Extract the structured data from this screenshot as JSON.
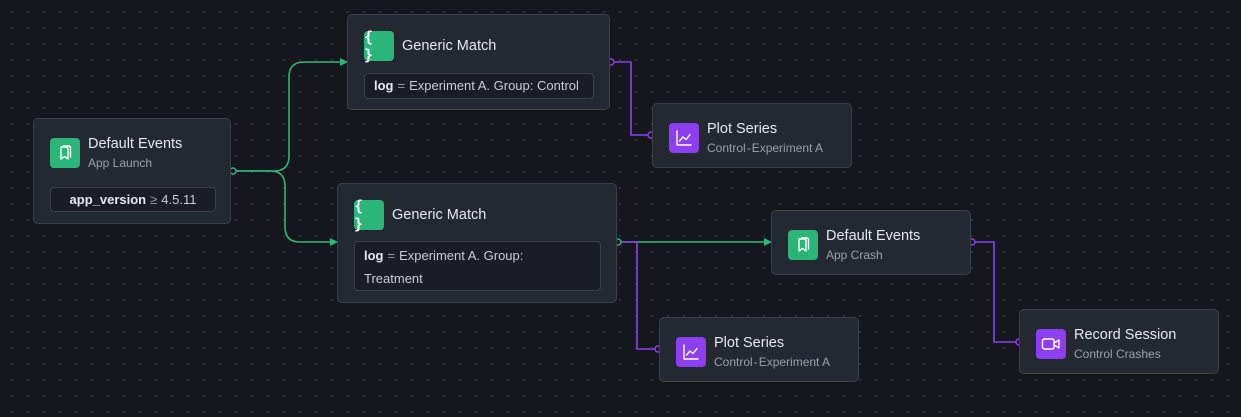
{
  "operators": {
    "equals": "=",
    "gte": "≥"
  },
  "colors": {
    "trigger_accent": "#2bb679",
    "output_accent": "#8b3ff0",
    "background": "#15171c",
    "node_background": "#242831"
  },
  "nodes": {
    "default_events_launch": {
      "title": "Default Events",
      "subtitle": "App Launch",
      "icon": "bookmark-icon",
      "condition": {
        "key": "app_version",
        "value": "4.5.11"
      }
    },
    "generic_match_control": {
      "title": "Generic Match",
      "icon": "braces-icon",
      "condition": {
        "key": "log",
        "value": "Experiment A. Group: Control"
      }
    },
    "generic_match_treatment": {
      "title": "Generic Match",
      "icon": "braces-icon",
      "condition": {
        "key": "log",
        "value_line1": "Experiment A. Group:",
        "value_line2": "Treatment"
      }
    },
    "plot_series_control": {
      "title": "Plot Series",
      "subtitle_left": "Control",
      "subtitle_sep": "-",
      "subtitle_right": "Experiment A",
      "icon": "chart-line-icon"
    },
    "default_events_crash": {
      "title": "Default Events",
      "subtitle": "App Crash",
      "icon": "bookmark-icon"
    },
    "plot_series_treatment": {
      "title": "Plot Series",
      "subtitle_left": "Control",
      "subtitle_sep": "-",
      "subtitle_right": "Experiment A",
      "icon": "chart-line-icon"
    },
    "record_session": {
      "title": "Record Session",
      "subtitle": "Control Crashes",
      "icon": "video-camera-icon"
    }
  }
}
